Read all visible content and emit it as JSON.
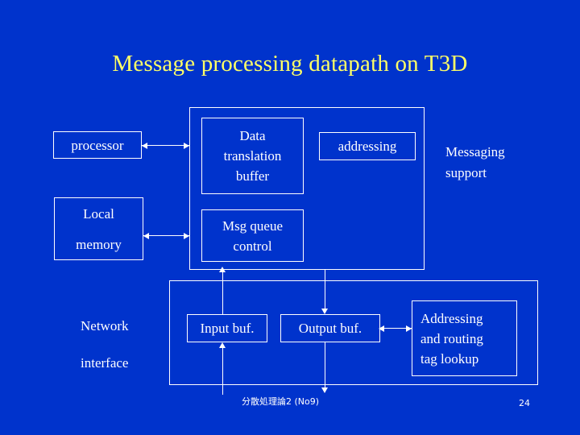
{
  "slide": {
    "title": "Message processing datapath on T3D",
    "background_color": "#0033cc",
    "title_color": "#ffff66",
    "line_color": "#ffffff"
  },
  "nodes": {
    "processor": "processor",
    "local_memory_line1": "Local",
    "local_memory_line2": "memory",
    "data_translation_buffer": "Data\ntranslation\nbuffer",
    "addressing": "addressing",
    "msg_queue_control": "Msg queue\ncontrol",
    "messaging_support_line1": "Messaging",
    "messaging_support_line2": "support",
    "network_interface_line1": "Network",
    "network_interface_line2": "interface",
    "input_buffer": "Input buf.",
    "output_buffer": "Output buf.",
    "addressing_routing_tag_lookup": "Addressing\nand routing\ntag lookup"
  },
  "footer": {
    "note": "分散処理論2 (No9)",
    "page_number": "24"
  }
}
